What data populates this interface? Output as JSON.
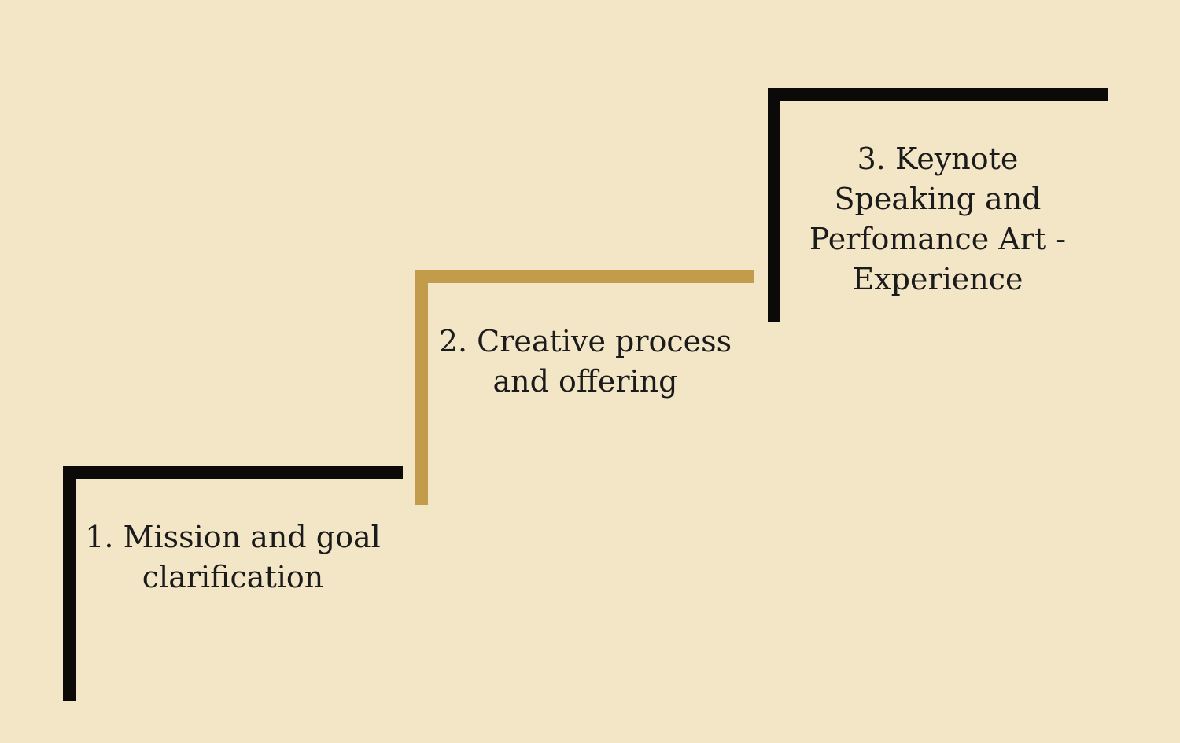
{
  "colors": {
    "background": "#f2e6c7",
    "dark": "#0b0a08",
    "accent": "#c29b4b",
    "text": "#1b1b1b"
  },
  "steps": [
    {
      "color": "dark",
      "lines": [
        "1. Mission and goal",
        "clarification"
      ]
    },
    {
      "color": "accent",
      "lines": [
        "2. Creative process",
        "and offering"
      ]
    },
    {
      "color": "dark",
      "lines": [
        "3. Keynote",
        "Speaking and",
        "Perfomance Art -",
        "Experience"
      ]
    }
  ]
}
